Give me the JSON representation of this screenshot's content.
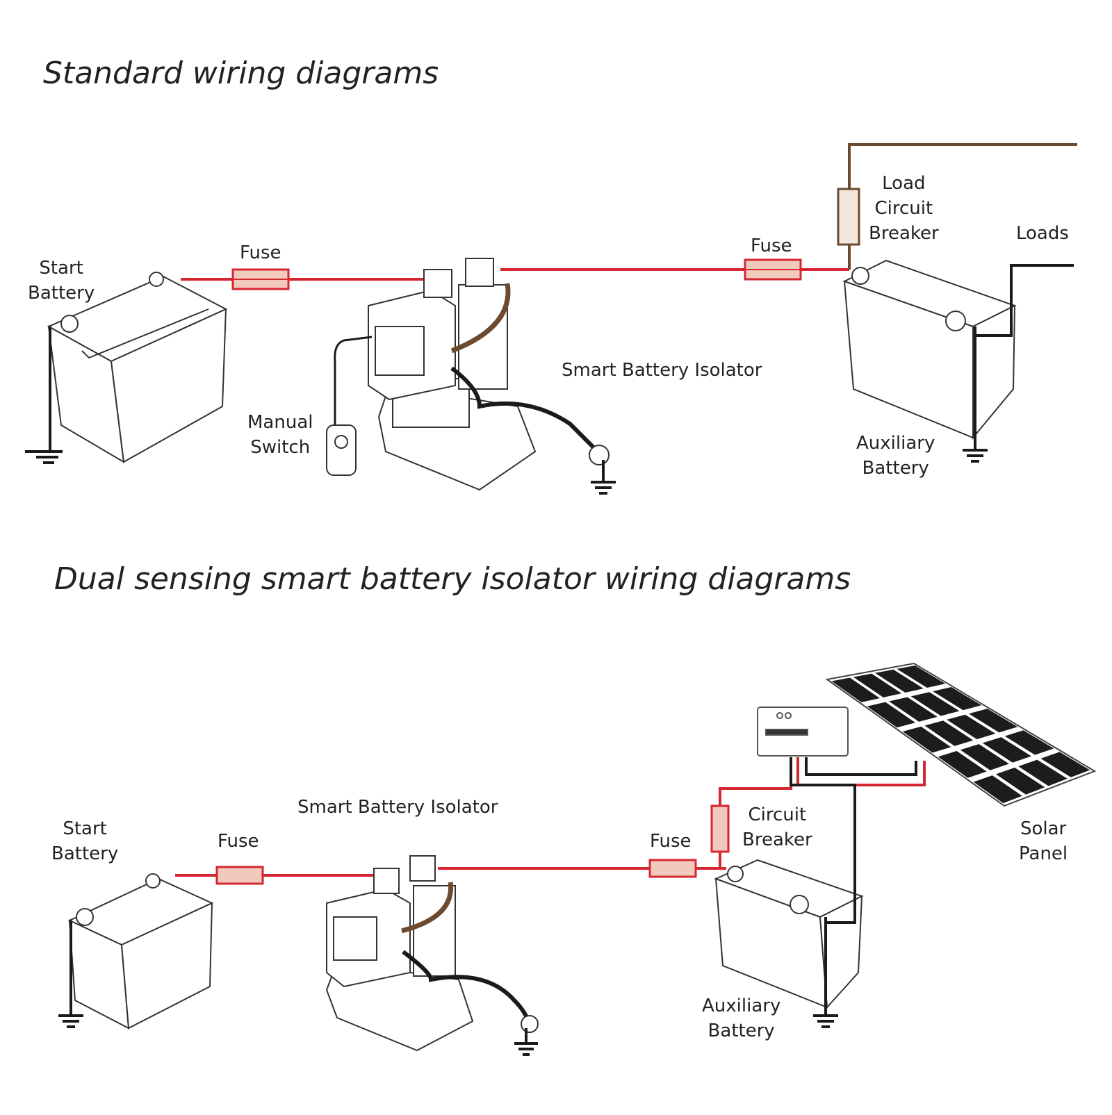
{
  "titles": {
    "standard": "Standard wiring diagrams",
    "dual": "Dual sensing smart battery isolator wiring diagrams"
  },
  "standard": {
    "start_battery": [
      "Start",
      "Battery"
    ],
    "fuse_left": "Fuse",
    "fuse_right": "Fuse",
    "isolator": "Smart Battery Isolator",
    "manual_switch": [
      "Manual",
      "Switch"
    ],
    "load_breaker": [
      "Load",
      "Circuit",
      "Breaker"
    ],
    "loads": "Loads",
    "aux_battery": [
      "Auxiliary",
      "Battery"
    ]
  },
  "dual": {
    "start_battery": [
      "Start",
      "Battery"
    ],
    "fuse_left": "Fuse",
    "isolator": "Smart Battery Isolator",
    "fuse_right": "Fuse",
    "circuit_breaker": [
      "Circuit",
      "Breaker"
    ],
    "solar_panel": [
      "Solar",
      "Panel"
    ],
    "aux_battery": [
      "Auxiliary",
      "Battery"
    ]
  },
  "colors": {
    "positive_wire": "#d62631",
    "negative_wire": "#1a1a1a",
    "load_wire": "#6b4a2f",
    "fuse_fill": "#f2c9bd",
    "panel_cell": "#1c1c1c",
    "outline": "#333333"
  }
}
